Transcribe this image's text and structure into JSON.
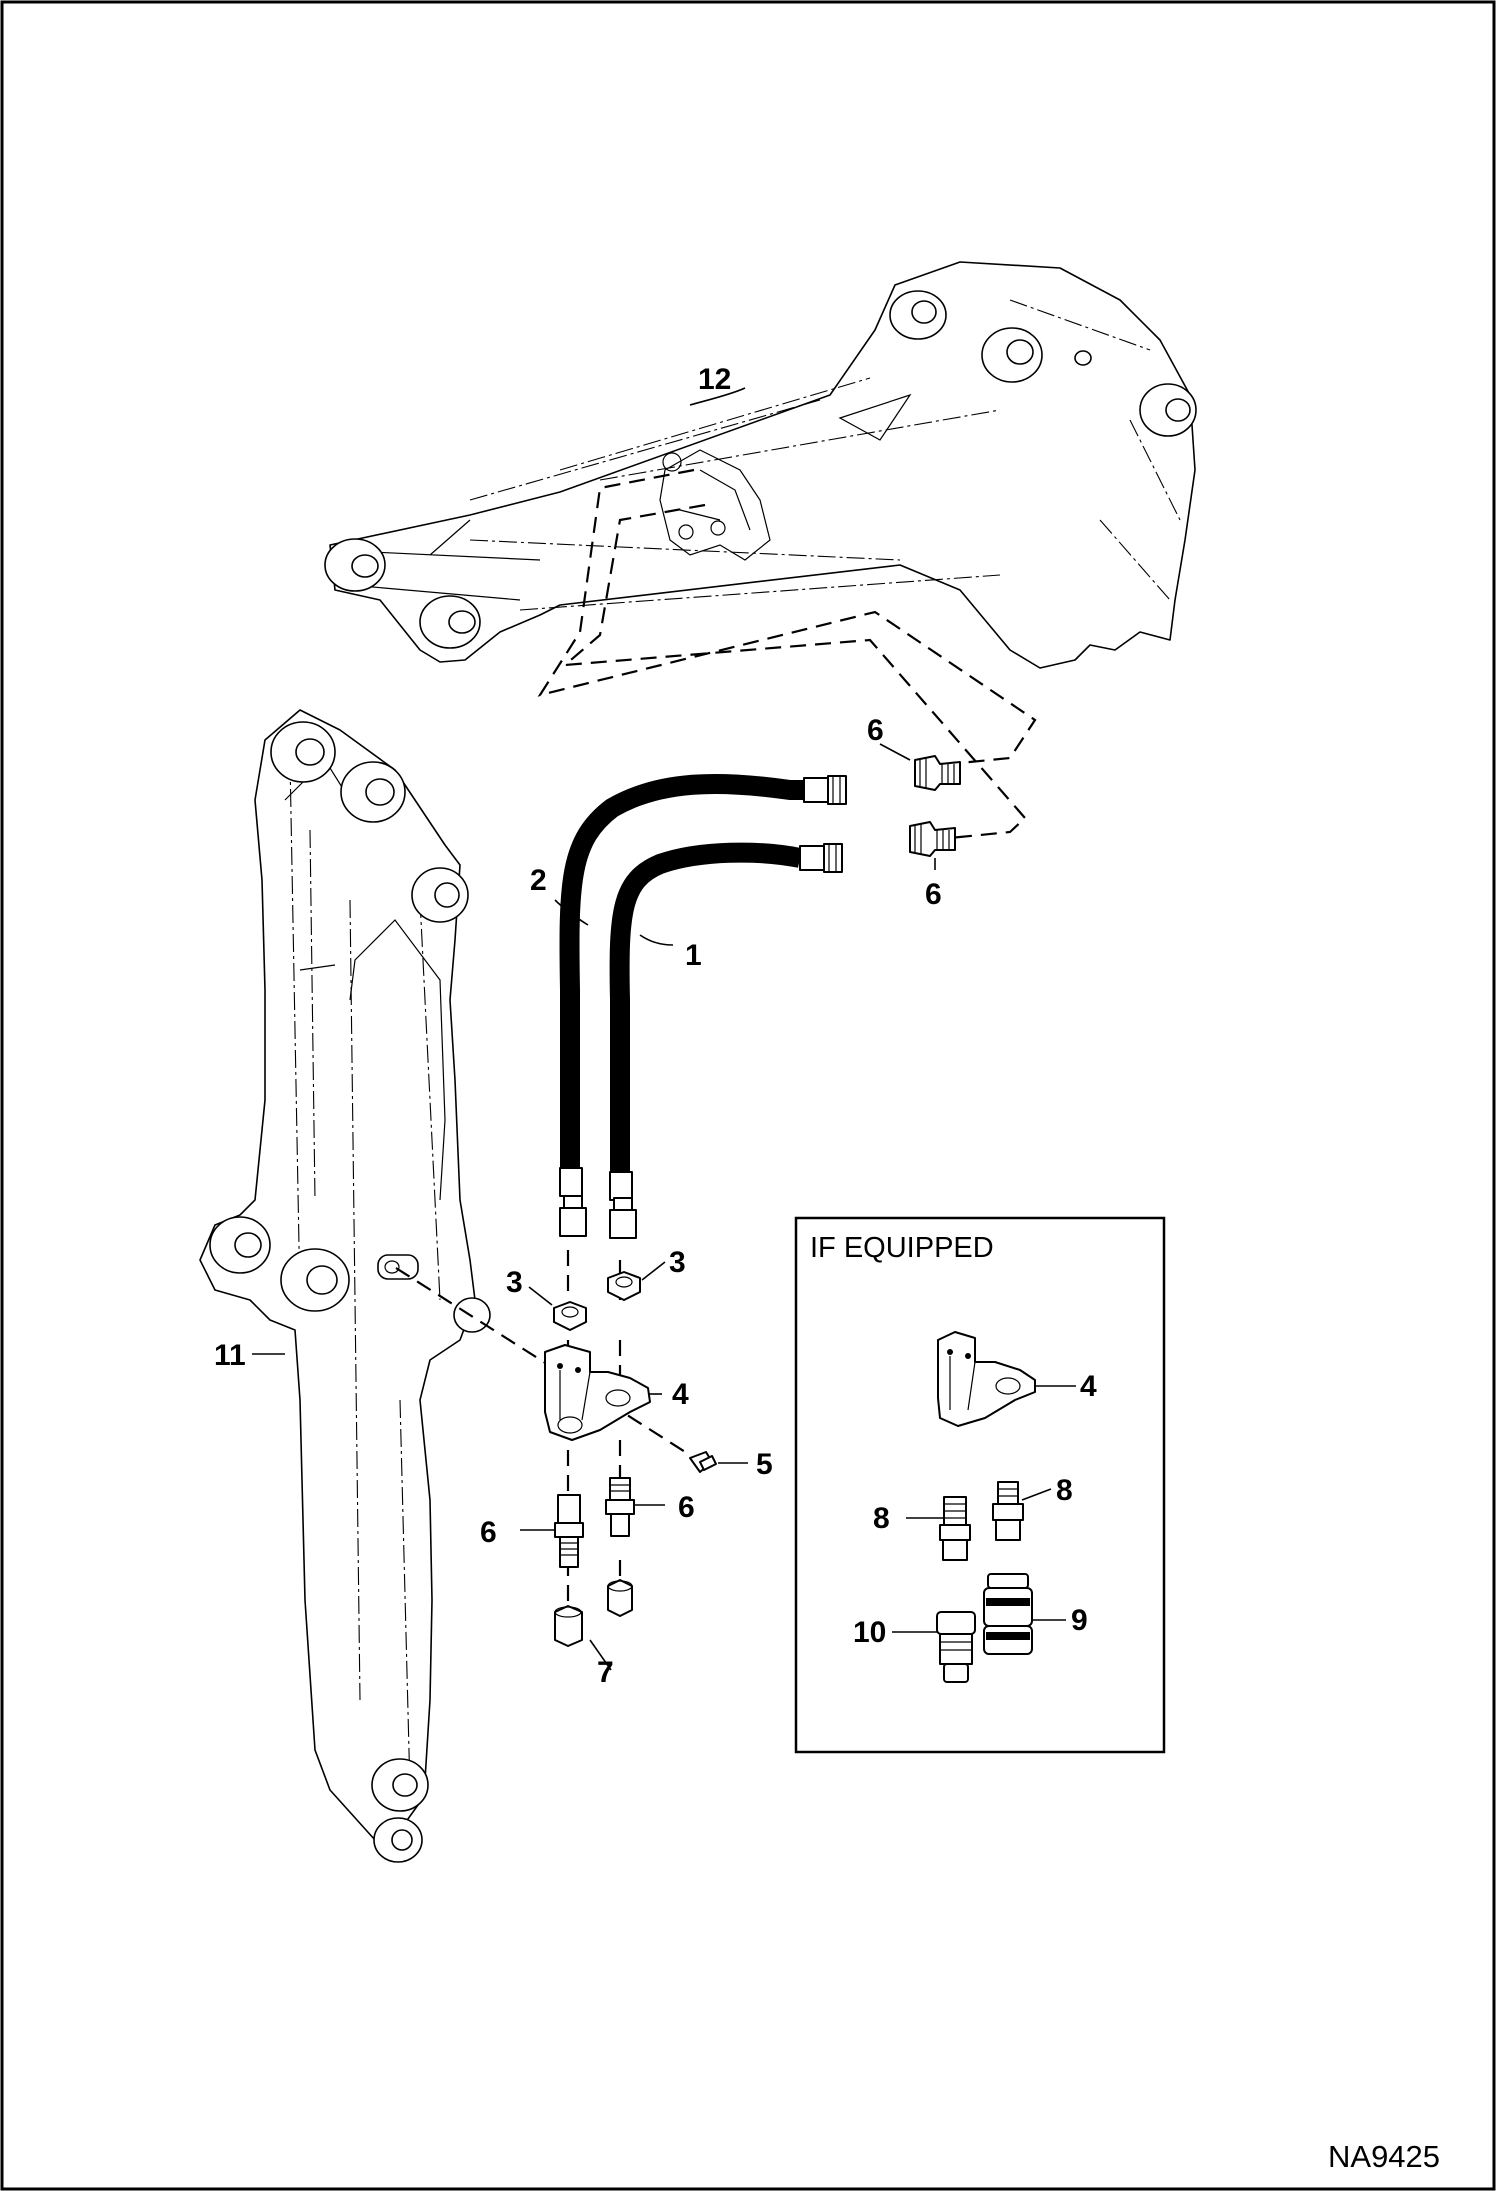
{
  "callouts": {
    "c1": "1",
    "c2": "2",
    "c3a": "3",
    "c3b": "3",
    "c4": "4",
    "c5": "5",
    "c6_top": "6",
    "c6_right": "6",
    "c6_left": "6",
    "c6_mid": "6",
    "c7": "7",
    "c11": "11",
    "c12": "12"
  },
  "inset": {
    "title": "IF EQUIPPED",
    "c4": "4",
    "c8a": "8",
    "c8b": "8",
    "c9": "9",
    "c10": "10"
  },
  "drawing_number": "NA9425"
}
